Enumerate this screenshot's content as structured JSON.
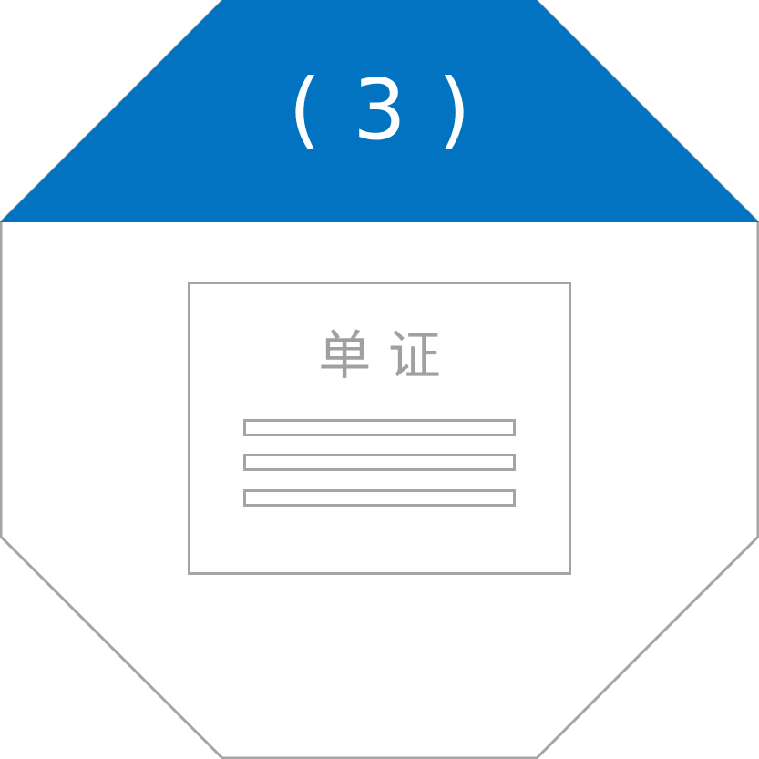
{
  "badge": {
    "number_label": "( 3 )",
    "header_color": "#0273c1",
    "outline_color": "#a5a5a5"
  },
  "document": {
    "title": "单 证",
    "line_count": 3,
    "icon": "document-icon"
  }
}
